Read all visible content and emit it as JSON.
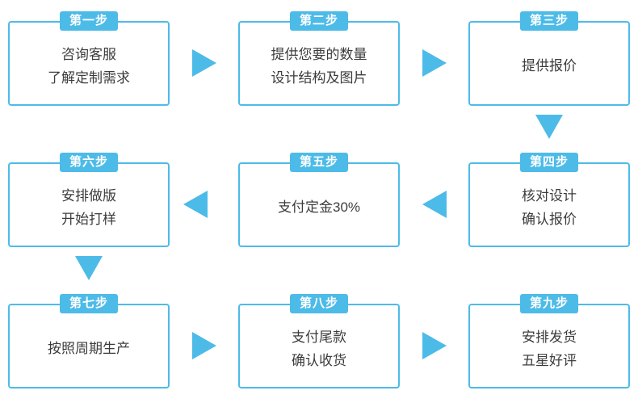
{
  "theme": {
    "accent": "#4dbbe8",
    "text": "#3c3c3c",
    "background": "#ffffff"
  },
  "steps": [
    {
      "badge": "第一步",
      "lines": [
        "咨询客服",
        "了解定制需求"
      ]
    },
    {
      "badge": "第二步",
      "lines": [
        "提供您要的数量",
        "设计结构及图片"
      ]
    },
    {
      "badge": "第三步",
      "lines": [
        "提供报价"
      ]
    },
    {
      "badge": "第四步",
      "lines": [
        "核对设计",
        "确认报价"
      ]
    },
    {
      "badge": "第五步",
      "lines": [
        "支付定金30%"
      ]
    },
    {
      "badge": "第六步",
      "lines": [
        "安排做版",
        "开始打样"
      ]
    },
    {
      "badge": "第七步",
      "lines": [
        "按照周期生产"
      ]
    },
    {
      "badge": "第八步",
      "lines": [
        "支付尾款",
        "确认收货"
      ]
    },
    {
      "badge": "第九步",
      "lines": [
        "安排发货",
        "五星好评"
      ]
    }
  ],
  "arrows": [
    {
      "name": "arrow-step1-to-step2",
      "direction": "right"
    },
    {
      "name": "arrow-step2-to-step3",
      "direction": "right"
    },
    {
      "name": "arrow-step3-to-step4",
      "direction": "down"
    },
    {
      "name": "arrow-step4-to-step5",
      "direction": "left"
    },
    {
      "name": "arrow-step5-to-step6",
      "direction": "left"
    },
    {
      "name": "arrow-step6-to-step7",
      "direction": "down"
    },
    {
      "name": "arrow-step7-to-step8",
      "direction": "right"
    },
    {
      "name": "arrow-step8-to-step9",
      "direction": "right"
    }
  ]
}
